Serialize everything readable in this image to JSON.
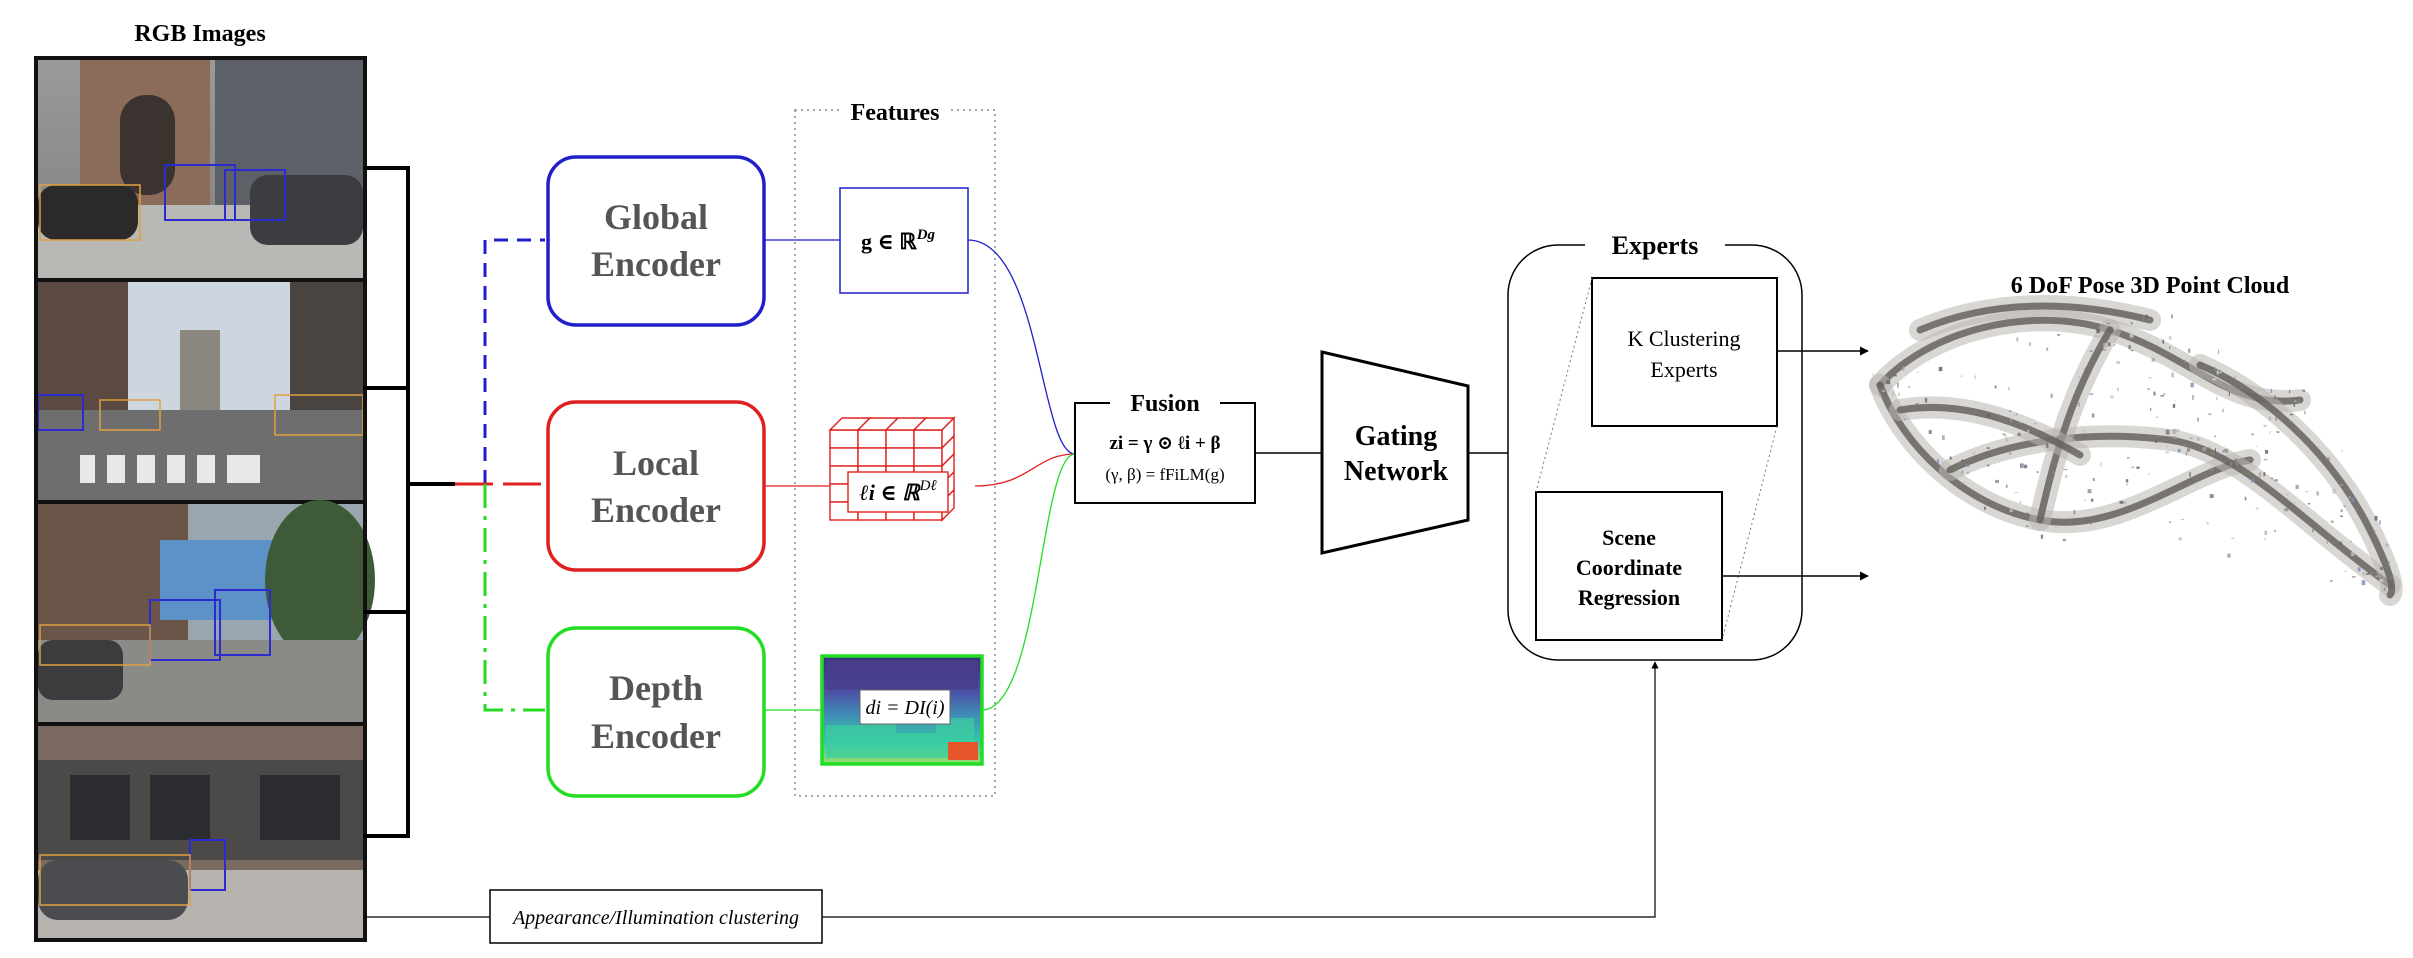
{
  "rgb_title": "RGB Images",
  "features_title": "Features",
  "encoders": {
    "global": [
      "Global",
      "Encoder"
    ],
    "local": [
      "Local",
      "Encoder"
    ],
    "depth": [
      "Depth",
      "Encoder"
    ]
  },
  "feature_labels": {
    "global": "g ∈ ℝ",
    "global_sup": "Dg",
    "local": "ℓi ∈ ℝ",
    "local_sup": "Dℓ",
    "depth": "di = DI(i)"
  },
  "fusion": {
    "title": "Fusion",
    "eq1": "zi = γ ⊙ ℓi + β",
    "eq2": "(γ, β) = fFiLM(g)"
  },
  "gating": [
    "Gating",
    "Network"
  ],
  "experts": {
    "title": "Experts",
    "k_clustering": [
      "K Clustering",
      "Experts"
    ],
    "scr": [
      "Scene",
      "Coordinate",
      "Regression"
    ]
  },
  "output_title": "6 DoF Pose 3D Point Cloud",
  "appearance_label": "Appearance/Illumination clustering",
  "colors": {
    "global": "#1f1fcc",
    "local": "#e02020",
    "depth": "#22dd22",
    "line": "#000000"
  }
}
